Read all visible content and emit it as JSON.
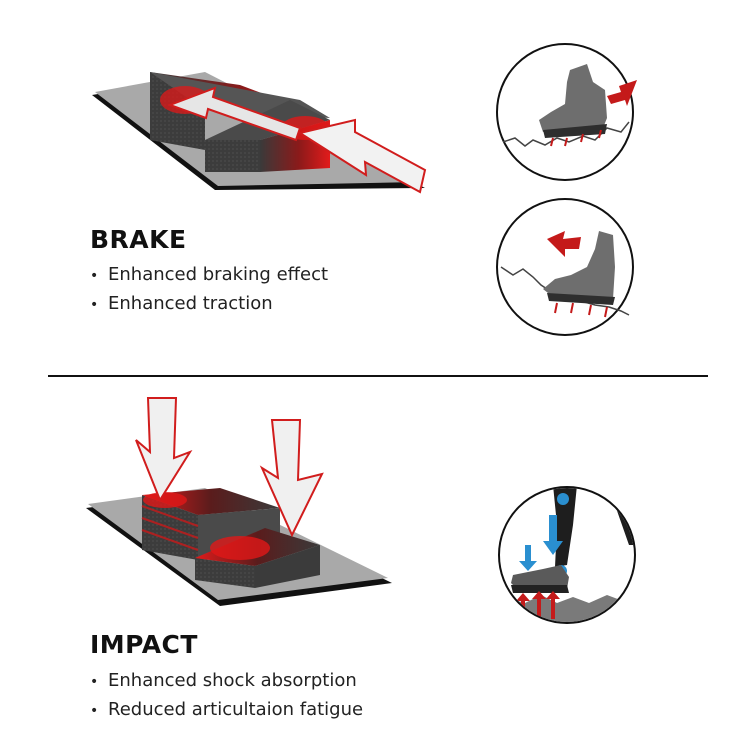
{
  "brake": {
    "title": "BRAKE",
    "bullets": [
      "Enhanced braking effect",
      "Enhanced traction"
    ]
  },
  "impact": {
    "title": "IMPACT",
    "bullets": [
      "Enhanced shock absorption",
      "Reduced articultaion fatigue"
    ]
  },
  "colors": {
    "accent_red": "#d6141b",
    "arrow_red": "#c41a1a",
    "arrow_blue": "#2a8fd0",
    "block_gray": "#3b3b3b",
    "plate_gray": "#a8a8a8"
  },
  "icons": [
    "brake-block-illustration",
    "boot-push-icon",
    "boot-pull-icon",
    "impact-block-illustration",
    "runner-leg-icon"
  ]
}
